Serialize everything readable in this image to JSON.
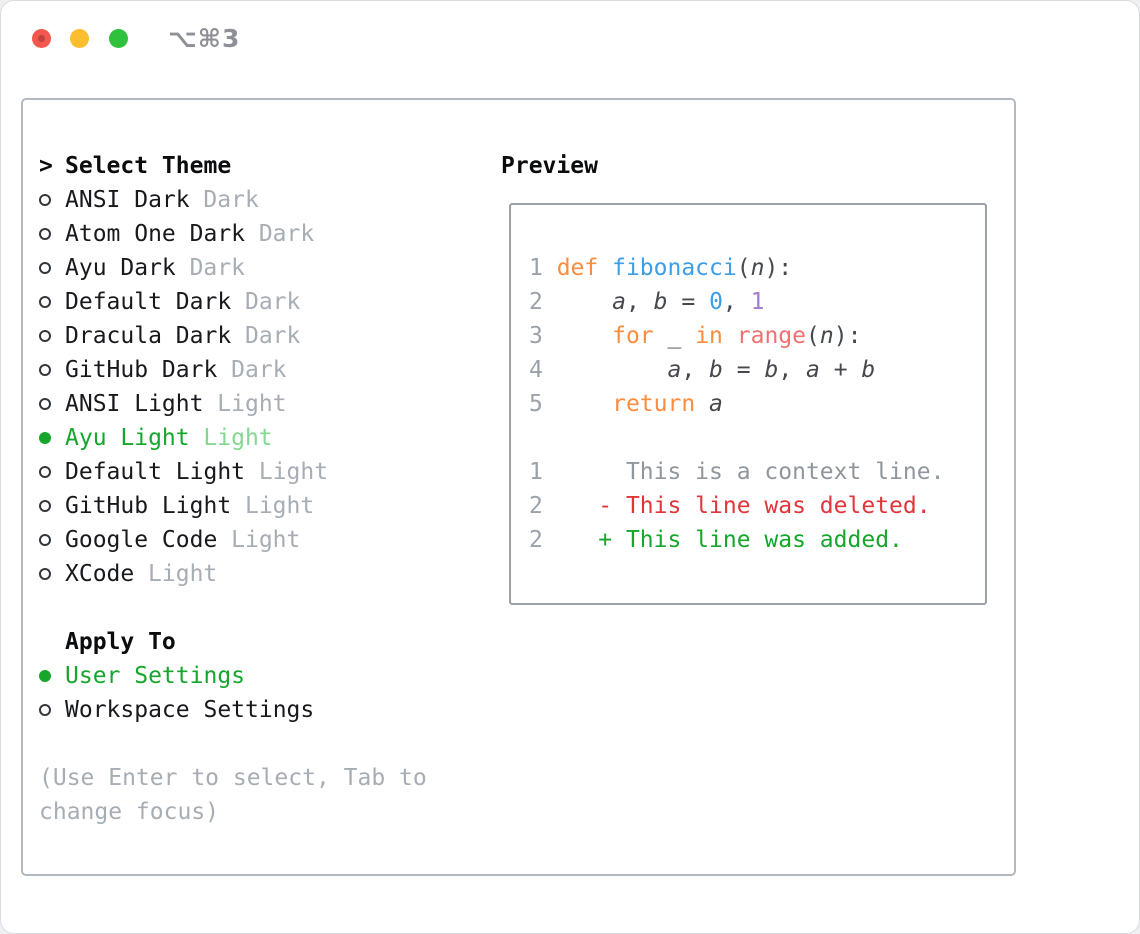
{
  "titlebar": {
    "shortcut": "⌥⌘3",
    "lights": [
      {
        "name": "close",
        "color": "#f4574f"
      },
      {
        "name": "minimize",
        "color": "#fcbd2f"
      },
      {
        "name": "zoom",
        "color": "#30c13c"
      }
    ]
  },
  "colors": {
    "text": "#17191c",
    "heading": "#0a0c0e",
    "muted": "#a6adb4",
    "selected_green": "#16a62c",
    "selected_green_light": "#84d892",
    "radio_ring": "#33373b",
    "ln": "#9aa1a8",
    "kw": "#fa8d3e",
    "fn": "#3b9ee6",
    "num": "#3b9ee6",
    "num_alt": "#a37acc",
    "call": "#f07171",
    "pl": "#45494e",
    "var": "#45494e",
    "ctx": "#8f969c",
    "del": "#e0363b",
    "add": "#16a62c"
  },
  "theme_panel": {
    "prompt": ">",
    "title": "Select Theme",
    "items": [
      {
        "name": "ANSI Dark",
        "category": "Dark",
        "selected": false
      },
      {
        "name": "Atom One Dark",
        "category": "Dark",
        "selected": false
      },
      {
        "name": "Ayu Dark",
        "category": "Dark",
        "selected": false
      },
      {
        "name": "Default Dark",
        "category": "Dark",
        "selected": false
      },
      {
        "name": "Dracula Dark",
        "category": "Dark",
        "selected": false
      },
      {
        "name": "GitHub Dark",
        "category": "Dark",
        "selected": false
      },
      {
        "name": "ANSI Light",
        "category": "Light",
        "selected": false
      },
      {
        "name": "Ayu Light",
        "category": "Light",
        "selected": true
      },
      {
        "name": "Default Light",
        "category": "Light",
        "selected": false
      },
      {
        "name": "GitHub Light",
        "category": "Light",
        "selected": false
      },
      {
        "name": "Google Code",
        "category": "Light",
        "selected": false
      },
      {
        "name": "XCode",
        "category": "Light",
        "selected": false
      }
    ]
  },
  "apply_panel": {
    "title": "Apply To",
    "options": [
      {
        "name": "User Settings",
        "selected": true
      },
      {
        "name": "Workspace Settings",
        "selected": false
      }
    ]
  },
  "hint": "(Use Enter to select, Tab to change focus)",
  "preview": {
    "title": "Preview",
    "lines": [
      [
        {
          "t": "1 ",
          "c": "ln"
        },
        {
          "t": "def ",
          "c": "kw"
        },
        {
          "t": "fibonacci",
          "c": "fn"
        },
        {
          "t": "(",
          "c": "pl"
        },
        {
          "t": "n",
          "c": "var"
        },
        {
          "t": "):",
          "c": "pl"
        }
      ],
      [
        {
          "t": "2 ",
          "c": "ln"
        },
        {
          "t": "    ",
          "c": "pl"
        },
        {
          "t": "a",
          "c": "var"
        },
        {
          "t": ", ",
          "c": "pl"
        },
        {
          "t": "b",
          "c": "var"
        },
        {
          "t": " = ",
          "c": "pl"
        },
        {
          "t": "0",
          "c": "num"
        },
        {
          "t": ", ",
          "c": "pl"
        },
        {
          "t": "1",
          "c": "num_alt"
        }
      ],
      [
        {
          "t": "3 ",
          "c": "ln"
        },
        {
          "t": "    ",
          "c": "pl"
        },
        {
          "t": "for",
          "c": "kw"
        },
        {
          "t": " _ ",
          "c": "pl"
        },
        {
          "t": "in",
          "c": "kw"
        },
        {
          "t": " ",
          "c": "pl"
        },
        {
          "t": "range",
          "c": "call"
        },
        {
          "t": "(",
          "c": "pl"
        },
        {
          "t": "n",
          "c": "var"
        },
        {
          "t": "):",
          "c": "pl"
        }
      ],
      [
        {
          "t": "4 ",
          "c": "ln"
        },
        {
          "t": "        ",
          "c": "pl"
        },
        {
          "t": "a",
          "c": "var"
        },
        {
          "t": ", ",
          "c": "pl"
        },
        {
          "t": "b",
          "c": "var"
        },
        {
          "t": " = ",
          "c": "pl"
        },
        {
          "t": "b",
          "c": "var"
        },
        {
          "t": ", ",
          "c": "pl"
        },
        {
          "t": "a",
          "c": "var"
        },
        {
          "t": " + ",
          "c": "pl"
        },
        {
          "t": "b",
          "c": "var"
        }
      ],
      [
        {
          "t": "5 ",
          "c": "ln"
        },
        {
          "t": "    ",
          "c": "pl"
        },
        {
          "t": "return",
          "c": "kw"
        },
        {
          "t": " ",
          "c": "pl"
        },
        {
          "t": "a",
          "c": "var"
        }
      ],
      [],
      [
        {
          "t": "1",
          "c": "ln"
        },
        {
          "t": "      This is a context line.",
          "c": "ctx"
        }
      ],
      [
        {
          "t": "2",
          "c": "ln"
        },
        {
          "t": "    ",
          "c": "pl"
        },
        {
          "t": "- This line was deleted.",
          "c": "del"
        }
      ],
      [
        {
          "t": "2",
          "c": "ln"
        },
        {
          "t": "    ",
          "c": "pl"
        },
        {
          "t": "+ This line was added.",
          "c": "add"
        }
      ]
    ]
  }
}
